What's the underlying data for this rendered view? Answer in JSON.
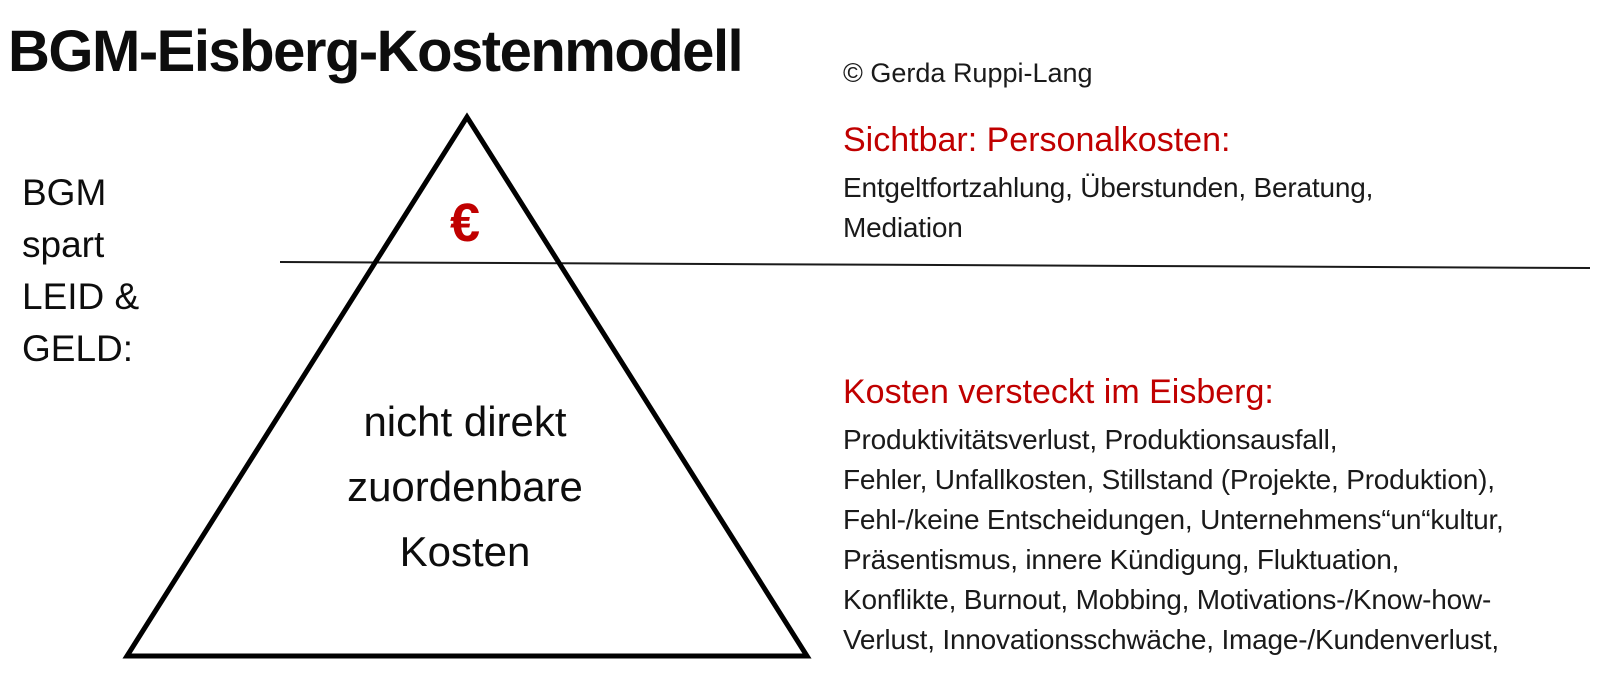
{
  "title": "BGM-Eisberg-Kostenmodell",
  "copyright": "© Gerda Ruppi-Lang",
  "left_note": {
    "lines": [
      "BGM",
      "spart",
      "LEID &",
      "GELD:"
    ]
  },
  "iceberg": {
    "euro_symbol": "€",
    "label_lines": [
      "nicht direkt",
      "zuordenbare",
      "Kosten"
    ]
  },
  "visible_section": {
    "heading": "Sichtbar: Personalkosten:",
    "body_lines": [
      "Entgeltfortzahlung, Überstunden, Beratung,",
      "Mediation"
    ]
  },
  "hidden_section": {
    "heading": "Kosten versteckt im Eisberg:",
    "body_lines": [
      "Produktivitätsverlust, Produktionsausfall,",
      "Fehler, Unfallkosten, Stillstand (Projekte, Produktion),",
      "Fehl-/keine Entscheidungen, Unternehmens“un“kultur,",
      "Präsentismus, innere Kündigung, Fluktuation,",
      "Konflikte, Burnout, Mobbing, Motivations-/Know-how-",
      "Verlust, Innovationsschwäche, Image-/Kundenverlust,"
    ]
  },
  "colors": {
    "accent_red": "#C00000",
    "text_black": "#111111",
    "background": "#FFFFFF"
  }
}
